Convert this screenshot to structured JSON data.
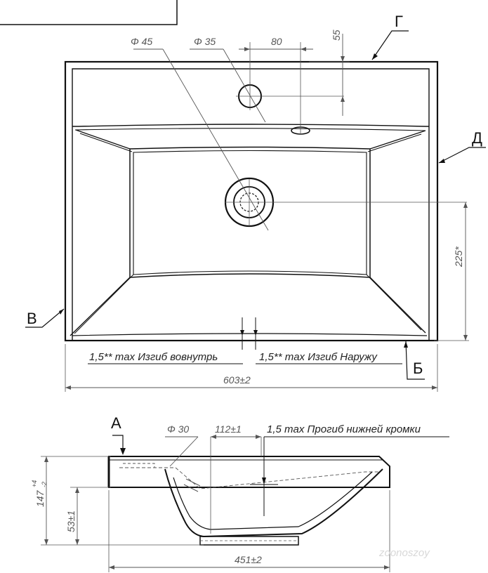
{
  "labels": {
    "A": "A",
    "B_left": "В",
    "B_bottom": "Б",
    "G": "Г",
    "D": "Д"
  },
  "dimensions": {
    "phi45": "Φ 45",
    "phi35": "Φ 35",
    "d80": "80",
    "d55": "55",
    "d225": "225*",
    "d603": "603±2",
    "phi30": "Φ 30",
    "d112": "112±1",
    "d147": "147",
    "d147_tol_upper": "+4",
    "d147_tol_lower": "-2",
    "d53": "53±1",
    "d451": "451±2"
  },
  "notes": {
    "bend_inward": "1,5** max Изгиб вовнутрь",
    "bend_outward": "1,5** max Изгиб Наружу",
    "deflection": "1,5 max Прогиб нижней кромки"
  },
  "watermark": "zoonoszoy",
  "colors": {
    "line": "#111111",
    "thin": "#555555"
  }
}
